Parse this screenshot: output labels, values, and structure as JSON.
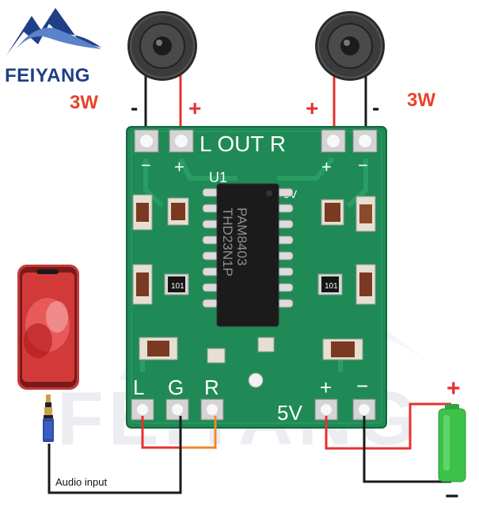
{
  "brand": {
    "name": "FEIYANG",
    "watermark": "FEIYANG"
  },
  "speakers": {
    "left": {
      "power": "3W",
      "minus": "-",
      "plus": "+"
    },
    "right": {
      "power": "3W",
      "minus": "-",
      "plus": "+"
    }
  },
  "board": {
    "output_label": "L OUT R",
    "chip_ref": "U1",
    "chip_marking_1": "PAM8403",
    "chip_marking_2": "THD23N1P",
    "cap_mark": "101",
    "pad_plus": "+",
    "pad_minus": "−",
    "input_L": "L",
    "input_G": "G",
    "input_R": "R",
    "power_label": "5V",
    "power_plus": "+",
    "power_minus": "−"
  },
  "battery": {
    "plus": "+",
    "minus": "−"
  },
  "audio": {
    "caption": "Audio input"
  },
  "colors": {
    "board_green": "#1f8a55",
    "wire_red": "#e83030",
    "wire_black": "#1a1a1a",
    "wire_orange": "#ee8a2a",
    "battery_green": "#3cc24a",
    "brand_blue": "#1f3f86",
    "accent_red": "#e8432b"
  }
}
